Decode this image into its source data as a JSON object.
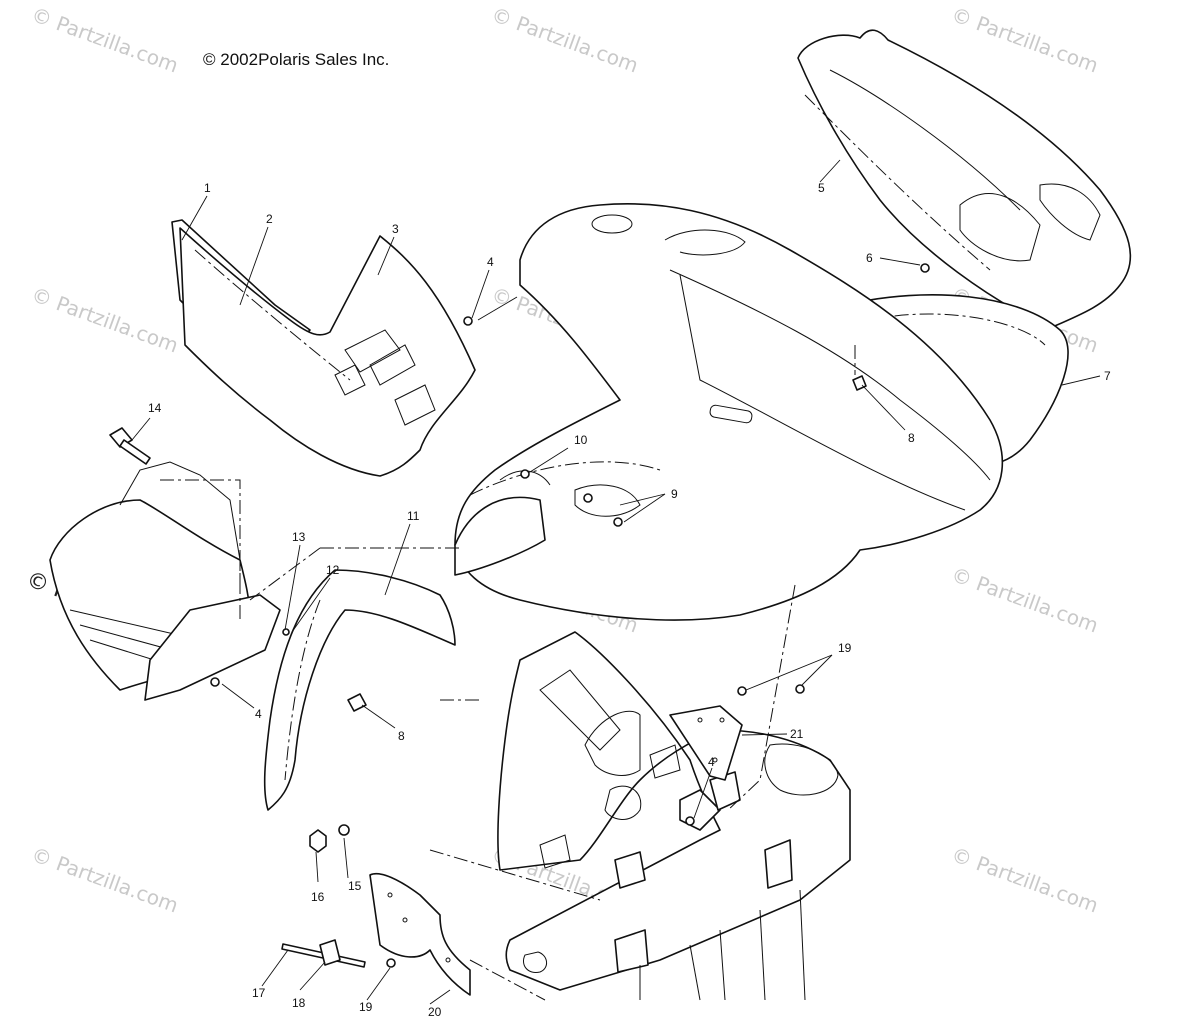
{
  "copyright": "©  2002Polaris Sales Inc.",
  "watermark_text": "© Partzilla.com",
  "callouts": [
    {
      "id": "c1",
      "label": "1"
    },
    {
      "id": "c2",
      "label": "2"
    },
    {
      "id": "c3",
      "label": "3"
    },
    {
      "id": "c4a",
      "label": "4"
    },
    {
      "id": "c5",
      "label": "5"
    },
    {
      "id": "c6",
      "label": "6"
    },
    {
      "id": "c7",
      "label": "7"
    },
    {
      "id": "c8a",
      "label": "8"
    },
    {
      "id": "c9",
      "label": "9"
    },
    {
      "id": "c10",
      "label": "10"
    },
    {
      "id": "c11",
      "label": "11"
    },
    {
      "id": "c12",
      "label": "12"
    },
    {
      "id": "c13",
      "label": "13"
    },
    {
      "id": "c14",
      "label": "14"
    },
    {
      "id": "c4b",
      "label": "4"
    },
    {
      "id": "c8b",
      "label": "8"
    },
    {
      "id": "c19a",
      "label": "19"
    },
    {
      "id": "c21",
      "label": "21"
    },
    {
      "id": "c4c",
      "label": "4"
    },
    {
      "id": "c16",
      "label": "16"
    },
    {
      "id": "c15",
      "label": "15"
    },
    {
      "id": "c17",
      "label": "17"
    },
    {
      "id": "c18",
      "label": "18"
    },
    {
      "id": "c19b",
      "label": "19"
    },
    {
      "id": "c20",
      "label": "20"
    }
  ]
}
